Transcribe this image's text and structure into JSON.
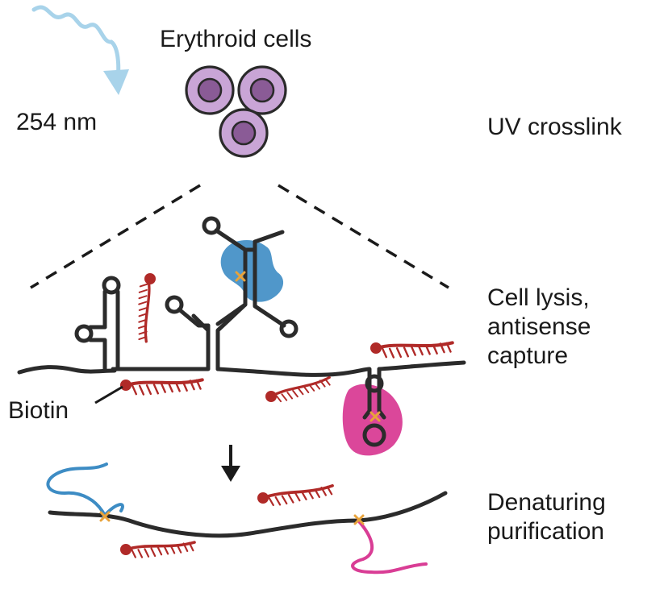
{
  "labels": {
    "cells": "Erythroid cells",
    "wavelength": "254 nm",
    "biotin": "Biotin"
  },
  "steps": [
    {
      "lines": [
        "UV crosslink"
      ]
    },
    {
      "lines": [
        "Cell lysis,",
        "antisense",
        "capture"
      ]
    },
    {
      "lines": [
        "Denaturing",
        "purification"
      ]
    }
  ],
  "colors": {
    "rna": "#2b2b2b",
    "probe": "#b02a28",
    "cell_fill": "#c9a5d6",
    "cell_nucleus": "#8a5b96",
    "uv": "#a8d3ea",
    "protein_blue": "#3d8cc4",
    "protein_magenta": "#d93d95",
    "crosslink": "#e8a33b"
  },
  "icons": [
    "uv-wave-icon",
    "cell-icon",
    "crosslink-icon",
    "arrow-down-icon"
  ]
}
